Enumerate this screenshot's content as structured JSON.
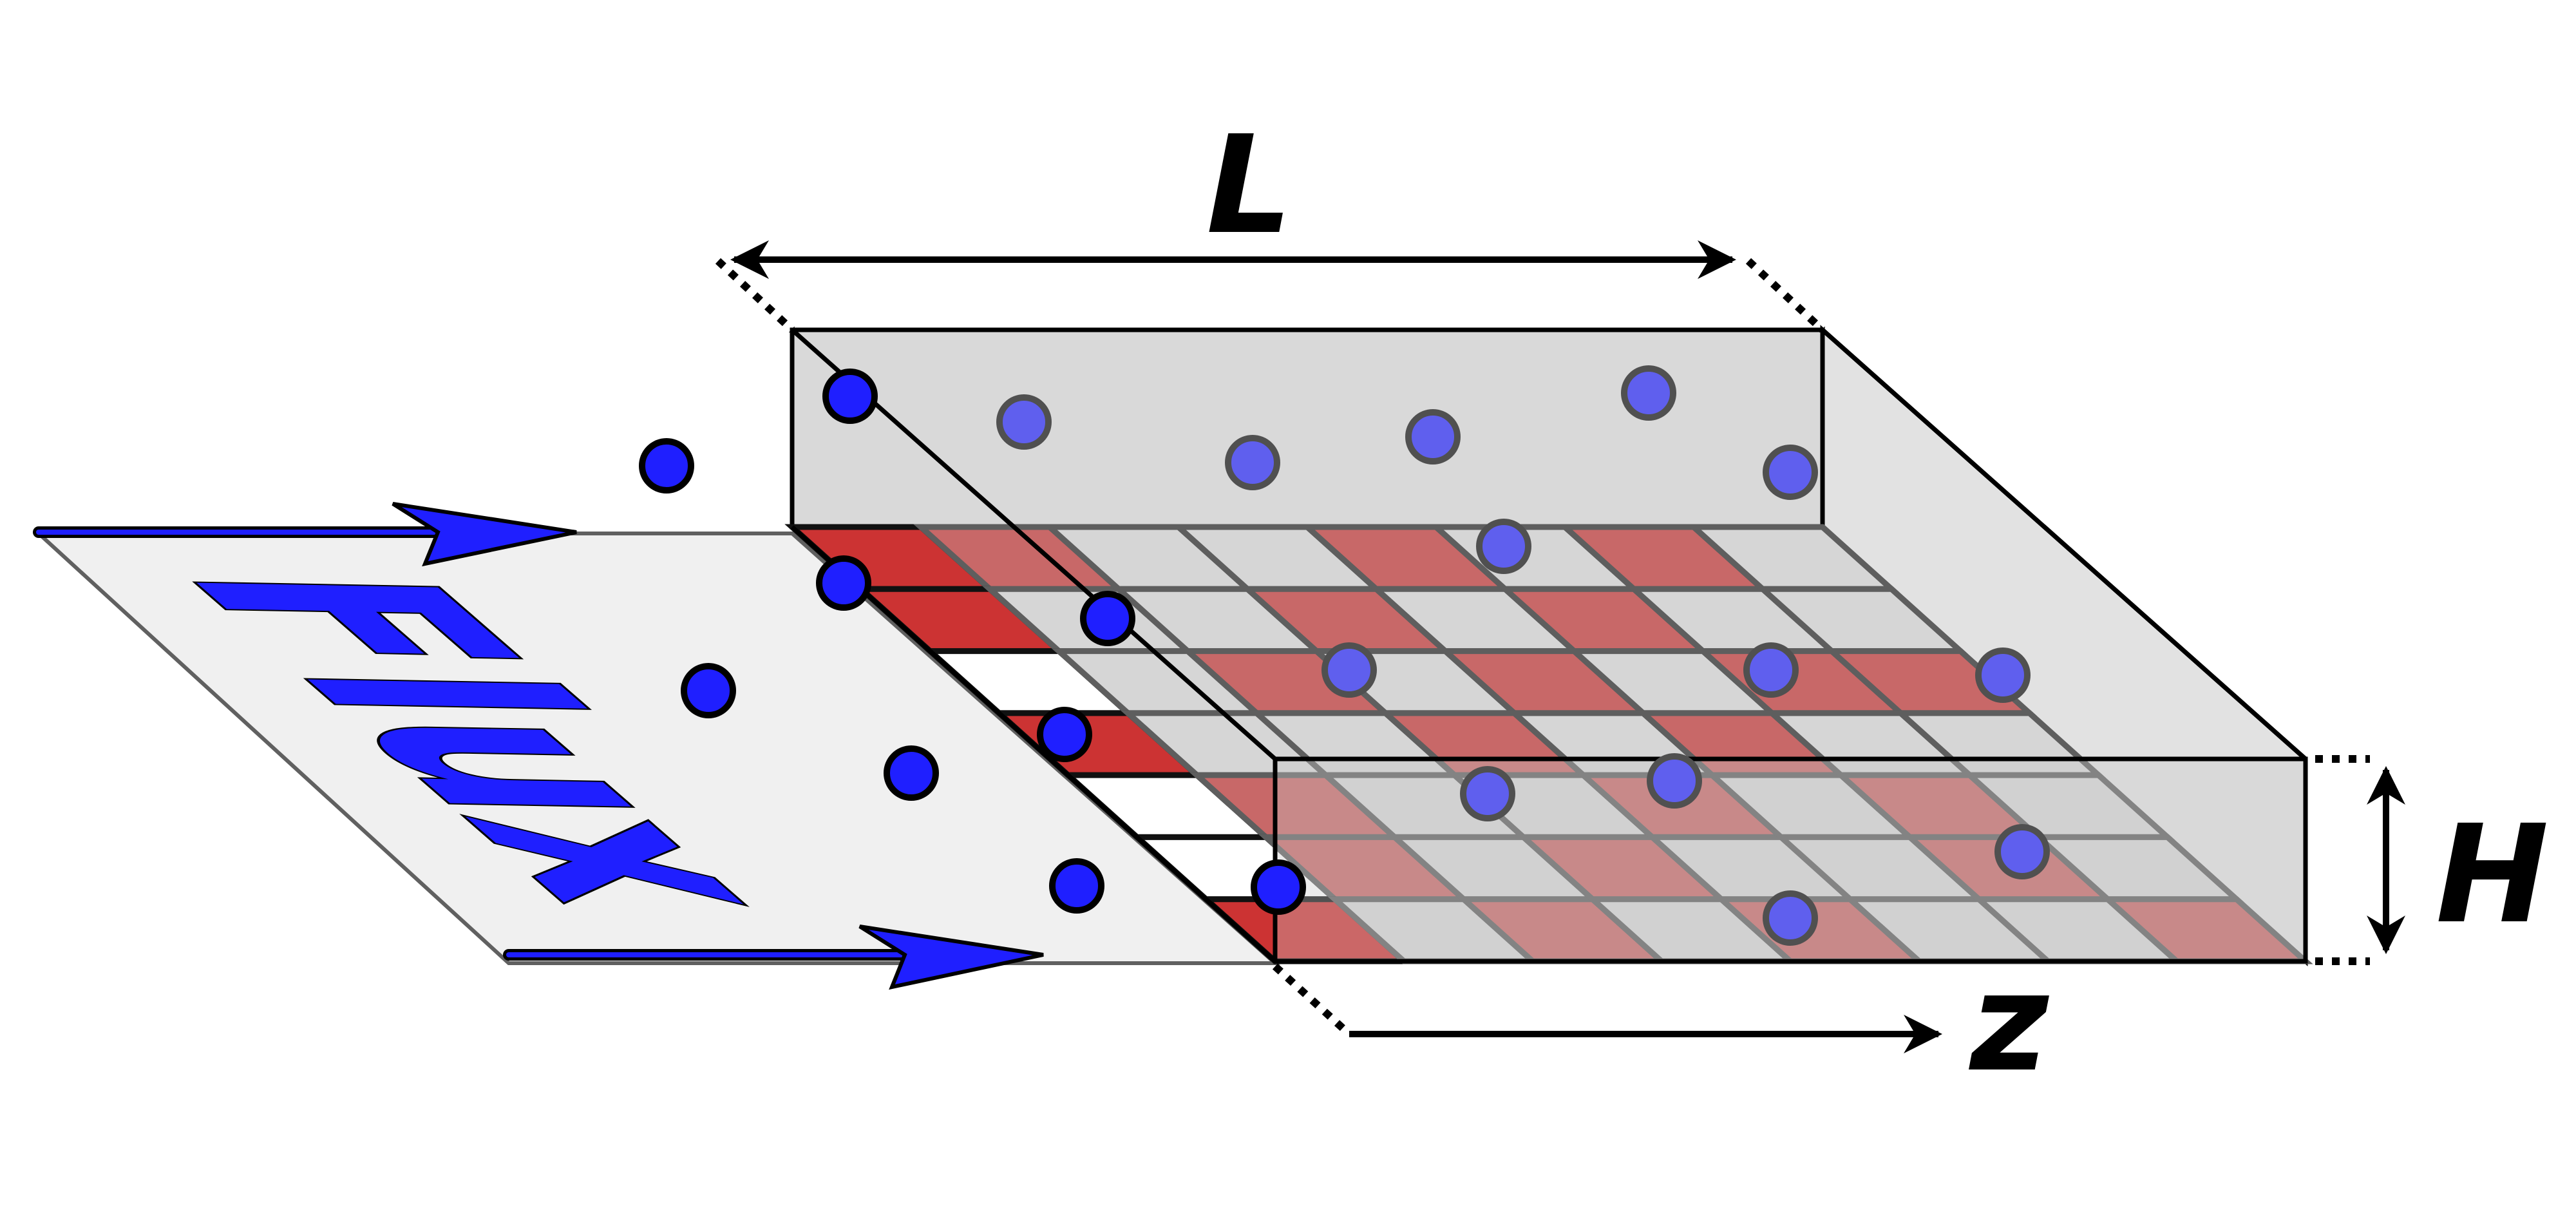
{
  "labels": {
    "length": "L",
    "height": "H",
    "axis": "z",
    "flux": "Flux"
  },
  "colors": {
    "particle": "#1f1fff",
    "particle_inside": "#5f5fee",
    "tile_red": "#cc3333",
    "tile_red_inside": "#c86868",
    "box_fill": "#d9d9d9",
    "sheet_fill": "#f0f0f0"
  }
}
